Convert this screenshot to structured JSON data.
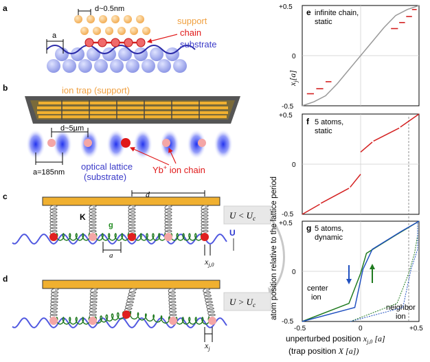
{
  "panels": {
    "a": {
      "letter": "a",
      "d_label": "d~0.5nm",
      "a_label": "a",
      "support": "support",
      "chain": "chain",
      "substrate": "substrate"
    },
    "b": {
      "letter": "b",
      "ion_trap": "ion trap (support)",
      "d_label": "d~5µm",
      "a_label": "a=185nm",
      "optical_lattice": "optical lattice",
      "substrate": "(substrate)",
      "ion_chain_pre": "Yb",
      "ion_chain_sup": "+",
      "ion_chain_post": " ion chain"
    },
    "c": {
      "letter": "c",
      "d_label": "d",
      "K_label": "K",
      "g_label": "g",
      "a_label": "a",
      "U_label": "U",
      "cond": "U < U",
      "cond_sub": "c",
      "x_label": "x",
      "x_sub": "j,0"
    },
    "d": {
      "letter": "d",
      "cond": "U > U",
      "cond_sub": "c",
      "x_label": "x",
      "x_sub": "j"
    },
    "e": {
      "letter": "e",
      "title_l1": "infinite chain,",
      "title_l2": "static"
    },
    "f": {
      "letter": "f",
      "title_l1": "5 atoms,",
      "title_l2": "static"
    },
    "g": {
      "letter": "g",
      "title_l1": "5 atoms,",
      "title_l2": "dynamic",
      "center_l1": "center",
      "center_l2": "ion",
      "neighbor_l1": "neighbor",
      "neighbor_l2": "ion"
    }
  },
  "axes": {
    "ylabel": "atom position relative to the lattice period",
    "y_ticks": [
      "+0.5",
      "0",
      "-0.5"
    ],
    "x_ticks": [
      "-0.5",
      "0",
      "+0.5"
    ],
    "yvar": "x",
    "yvar_sub": "j",
    "yvar_unit": "[a]",
    "xlabel_l1_text": "unperturbed position ",
    "xlabel_l1_var": "x",
    "xlabel_l1_sub": "j,0",
    "xlabel_l1_unit": " [a]",
    "xlabel_l2_text": "(trap position  ",
    "xlabel_l2_var": "X",
    "xlabel_l2_unit": " [a])"
  },
  "chart_data": [
    {
      "type": "line",
      "panel": "e",
      "x": [
        -0.5,
        -0.4,
        -0.3,
        -0.2,
        -0.1,
        0,
        0.1,
        0.2,
        0.3,
        0.4,
        0.5
      ],
      "series": [
        {
          "color": "#999999",
          "values": [
            -0.5,
            -0.46,
            -0.4,
            -0.28,
            -0.14,
            0,
            0.14,
            0.28,
            0.4,
            0.46,
            0.5
          ]
        }
      ],
      "steps": [
        {
          "x0": -0.46,
          "x1": -0.4,
          "y": -0.38
        },
        {
          "x0": -0.38,
          "x1": -0.32,
          "y": -0.33
        },
        {
          "x0": -0.3,
          "x1": -0.25,
          "y": -0.26
        },
        {
          "x0": 0.26,
          "x1": 0.32,
          "y": 0.27
        },
        {
          "x0": 0.33,
          "x1": 0.38,
          "y": 0.33
        },
        {
          "x0": 0.39,
          "x1": 0.44,
          "y": 0.39
        },
        {
          "x0": 0.44,
          "x1": 0.48,
          "y": 0.46
        }
      ],
      "ylim": [
        -0.5,
        0.5
      ],
      "xlim": [
        -0.5,
        0.5
      ],
      "grid": true
    },
    {
      "type": "line",
      "panel": "f",
      "segments": [
        {
          "x": [
            -0.5,
            -0.35
          ],
          "y": [
            -0.5,
            -0.4
          ]
        },
        {
          "x": [
            -0.34,
            -0.1
          ],
          "y": [
            -0.39,
            -0.24
          ]
        },
        {
          "x": [
            -0.09,
            0.0
          ],
          "y": [
            -0.23,
            -0.1
          ]
        },
        {
          "x": [
            0.0,
            0.1
          ],
          "y": [
            0.12,
            0.22
          ]
        },
        {
          "x": [
            0.11,
            0.33
          ],
          "y": [
            0.23,
            0.36
          ]
        },
        {
          "x": [
            0.34,
            0.5
          ],
          "y": [
            0.37,
            0.5
          ]
        }
      ],
      "color": "#d42020",
      "ylim": [
        -0.5,
        0.5
      ],
      "xlim": [
        -0.5,
        0.5
      ],
      "grid": true
    },
    {
      "type": "line",
      "panel": "g",
      "series": [
        {
          "name": "",
          "color": "#1f7a1f",
          "x": [
            -0.5,
            -0.1,
            0.0,
            0.05,
            0.3,
            0.5
          ],
          "values": [
            -0.5,
            -0.32,
            -0.02,
            0.18,
            0.36,
            0.5
          ]
        },
        {
          "name": "",
          "color": "#2050c0",
          "x": [
            -0.5,
            -0.05,
            0.02,
            0.1,
            0.35,
            0.5
          ],
          "values": [
            -0.5,
            -0.36,
            0.02,
            0.22,
            0.4,
            0.5
          ]
        }
      ],
      "arrows": [
        {
          "dir": "down",
          "color": "#2050c0",
          "x": -0.1
        },
        {
          "dir": "up",
          "color": "#1f7a1f",
          "x": 0.1
        }
      ],
      "ylim": [
        -0.5,
        0.5
      ],
      "xlim": [
        -0.5,
        0.5
      ],
      "grid": true
    }
  ]
}
